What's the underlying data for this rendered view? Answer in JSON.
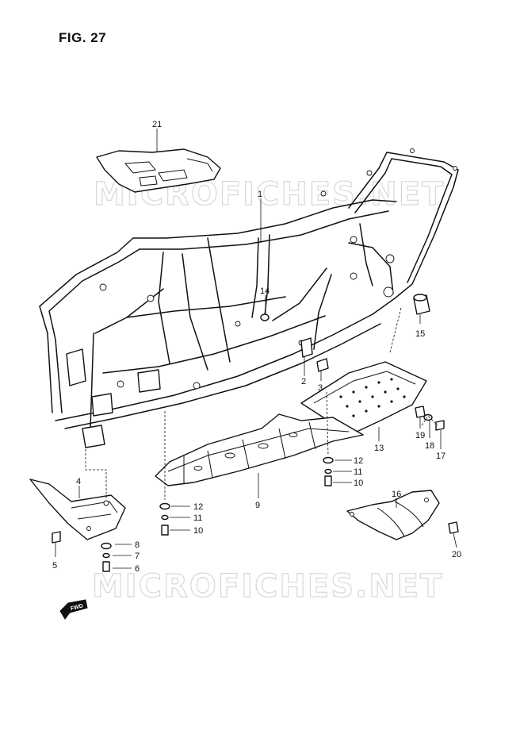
{
  "figure": {
    "title": "FIG. 27"
  },
  "watermark": {
    "text": "MICROFICHES.NET"
  },
  "fwd_badge": {
    "label": "FWD"
  },
  "callouts": [
    {
      "id": "c1",
      "text": "1"
    },
    {
      "id": "c2",
      "text": "2"
    },
    {
      "id": "c3",
      "text": "3"
    },
    {
      "id": "c4",
      "text": "4"
    },
    {
      "id": "c5",
      "text": "5"
    },
    {
      "id": "c6",
      "text": "6"
    },
    {
      "id": "c7",
      "text": "7"
    },
    {
      "id": "c8",
      "text": "8"
    },
    {
      "id": "c9",
      "text": "9"
    },
    {
      "id": "c10a",
      "text": "10"
    },
    {
      "id": "c10b",
      "text": "10"
    },
    {
      "id": "c11a",
      "text": "11"
    },
    {
      "id": "c11b",
      "text": "11"
    },
    {
      "id": "c12a",
      "text": "12"
    },
    {
      "id": "c12b",
      "text": "12"
    },
    {
      "id": "c13",
      "text": "13"
    },
    {
      "id": "c14",
      "text": "14"
    },
    {
      "id": "c15",
      "text": "15"
    },
    {
      "id": "c16",
      "text": "16"
    },
    {
      "id": "c17",
      "text": "17"
    },
    {
      "id": "c18",
      "text": "18"
    },
    {
      "id": "c19",
      "text": "19"
    },
    {
      "id": "c20",
      "text": "20"
    },
    {
      "id": "c21",
      "text": "21"
    }
  ]
}
